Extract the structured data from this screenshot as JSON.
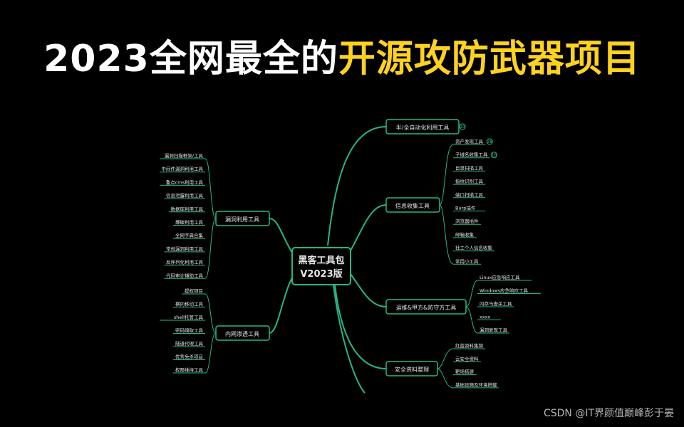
{
  "title": {
    "part1": "2023全网最全的",
    "part2": "开源攻防武器项目"
  },
  "center": {
    "line1": "黑客工具包",
    "line2": "V2023版"
  },
  "branches": {
    "semi_auto": {
      "label": "半/全自动化利用工具",
      "badge": "10"
    },
    "info_gather": {
      "label": "信息收集工具",
      "leaves": [
        {
          "text": "资产发现工具",
          "badge": "28"
        },
        {
          "text": "子域名收集工具",
          "badge": "16"
        },
        {
          "text": "目录扫描工具"
        },
        {
          "text": "指纹识别工具"
        },
        {
          "text": "端口扫描工具"
        },
        {
          "text": "Burp插件"
        },
        {
          "text": "浏览器插件"
        },
        {
          "text": "邮箱收集"
        },
        {
          "text": "社工个人信息收集"
        },
        {
          "text": "常用小工具"
        }
      ]
    },
    "ops": {
      "label": "运维&甲方&防守方工具",
      "leaves": [
        "Linux应急响应工具",
        "Windows应急响应工具",
        "内存马查杀工具",
        "xxxx",
        "漏洞复现工具"
      ]
    },
    "security_docs": {
      "label": "安全资料整理",
      "leaves": [
        "红蓝资料集锦",
        "云安全资料",
        "靶场搭建",
        "基础设施及环境搭建"
      ]
    },
    "vuln": {
      "label": "漏洞利用工具",
      "leaves": [
        "漏洞扫描框架/工具",
        "中间件漏洞利用工具",
        "重点cms利用工具",
        "信息泄露利用工具",
        "数据库利用工具",
        "爆破利用工具",
        "全网字典合集",
        "常规漏洞利用工具",
        "反序列化利用工具",
        "代码审计辅助工具"
      ]
    },
    "intranet": {
      "label": "内网渗透工具",
      "leaves": [
        "提权项目",
        "横向移动工具",
        "shell托管工具",
        "密码嗅取工具",
        "隧道代理工具",
        "优秀免杀项目",
        "权限维持工具"
      ]
    }
  },
  "watermark": "CSDN @IT界颜值巅峰彭于晏"
}
